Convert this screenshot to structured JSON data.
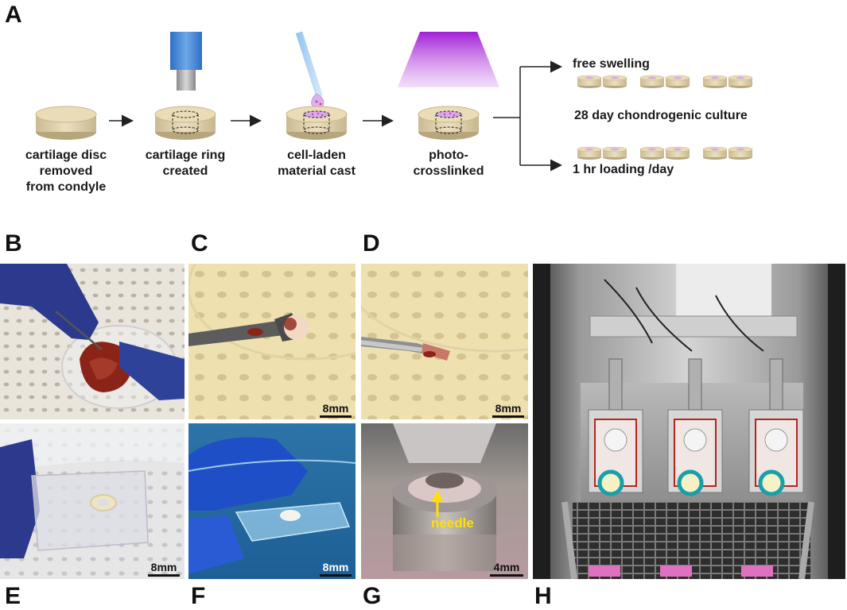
{
  "panels": {
    "A": "A",
    "B": "B",
    "C": "C",
    "D": "D",
    "E": "E",
    "F": "F",
    "G": "G",
    "H": "H"
  },
  "schematic": {
    "steps": [
      {
        "line1": "cartilage disc",
        "line2": "removed",
        "line3": "from condyle"
      },
      {
        "line1": "cartilage ring",
        "line2": "created"
      },
      {
        "line1": "cell-laden",
        "line2": "material cast"
      },
      {
        "line1": "photo-",
        "line2": "crosslinked"
      }
    ],
    "branch_top": "free swelling",
    "branch_middle": "28 day chondrogenic culture",
    "branch_bottom": "1 hr loading /day"
  },
  "photos": {
    "B": {
      "scale": ""
    },
    "C": {
      "scale": "8mm"
    },
    "D": {
      "scale": "8mm"
    },
    "E": {
      "scale": "8mm"
    },
    "F": {
      "scale": "8mm"
    },
    "G": {
      "scale": "4mm",
      "annotation": "needle"
    }
  },
  "colors": {
    "disc_fill": "#e2d4ad",
    "uv_light": "#b44ce0",
    "glove": "#2b3a8c",
    "bench": "#efe0b0",
    "annotation": "#ffe000"
  }
}
